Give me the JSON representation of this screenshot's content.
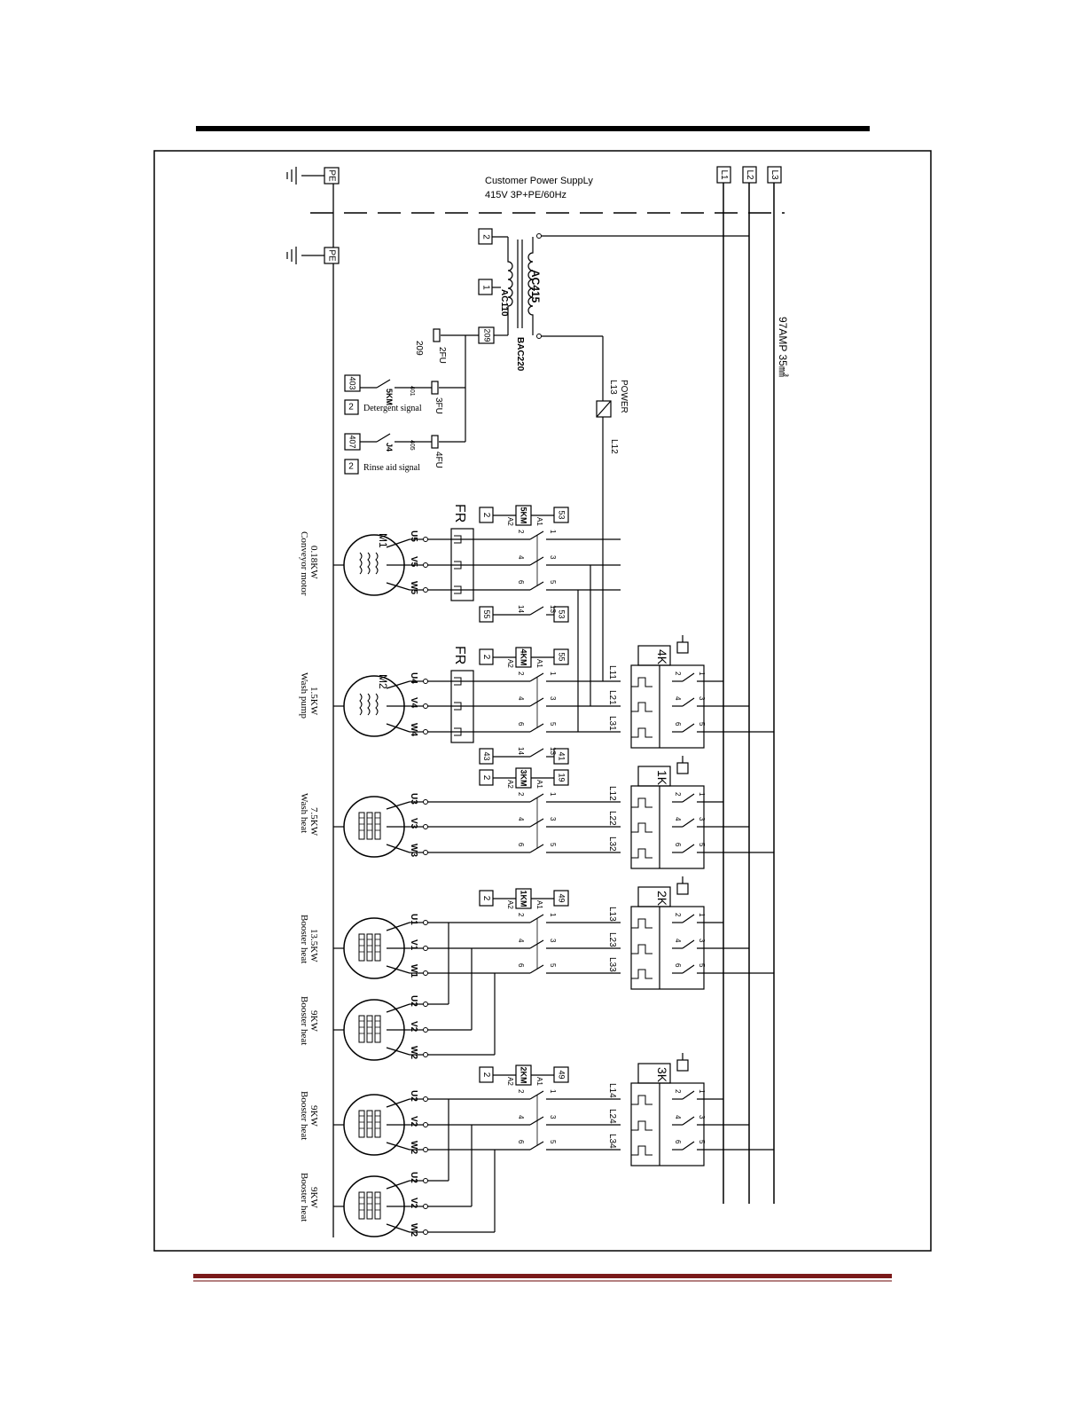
{
  "header": {
    "rule_color": "#000000"
  },
  "footer": {
    "rule_color": "#7b1a1a"
  },
  "supply": {
    "title": "Customer Power SuppLy",
    "spec": "415V 3P+PE/60Hz",
    "phases": [
      "L1",
      "L2",
      "L3"
    ],
    "earth_label": "PE",
    "cable_rating": "97AMP 35㎟"
  },
  "transformer": {
    "primary": "AC415",
    "secondary": "AC110",
    "model": "BAC220",
    "terminals": [
      "2",
      "1",
      "209"
    ]
  },
  "power": {
    "label": "POWER",
    "terminal_in": "L13",
    "terminal_out": "L12"
  },
  "fuses": [
    {
      "name": "2FU",
      "wire": "209"
    },
    {
      "name": "3FU",
      "wire": "403"
    },
    {
      "name": "4FU",
      "wire": "407"
    }
  ],
  "signals": [
    {
      "terminal": "403",
      "contact": "5KM",
      "wire": "401",
      "ref": "2",
      "label": "Detergent signal"
    },
    {
      "terminal": "407",
      "contact": "J4",
      "wire": "405",
      "ref": "2",
      "label": "Rinse aid signal"
    }
  ],
  "overload": "FR",
  "contactors": [
    {
      "name": "5KM",
      "a1": "53",
      "a2": "2",
      "aux": [
        "55",
        "53"
      ]
    },
    {
      "name": "4KM",
      "a1": "55",
      "a2": "2",
      "aux": [
        "43",
        "41"
      ]
    },
    {
      "name": "3KM",
      "a1": "19",
      "a2": "2"
    },
    {
      "name": "1KM",
      "a1": "49",
      "a2": "2"
    },
    {
      "name": "2KM",
      "a1": "49",
      "a2": "2"
    }
  ],
  "contact_numbers": {
    "top": [
      "1",
      "3",
      "5"
    ],
    "bottom": [
      "2",
      "4",
      "6"
    ],
    "coil": [
      "A1",
      "A2"
    ],
    "aux": [
      "14",
      "13"
    ]
  },
  "breakers": [
    {
      "name": "4K",
      "lines": [
        "L11",
        "L21",
        "L31"
      ]
    },
    {
      "name": "1K",
      "lines": [
        "L12",
        "L22",
        "L32"
      ]
    },
    {
      "name": "2K",
      "lines": [
        "L13",
        "L23",
        "L33"
      ]
    },
    {
      "name": "3K",
      "lines": [
        "L14",
        "L24",
        "L34"
      ]
    }
  ],
  "loads": [
    {
      "symbol": "M1",
      "kind": "motor",
      "terminals": [
        "U5",
        "V5",
        "W5"
      ],
      "name": "Conveyor motor",
      "rating": "0.18KW"
    },
    {
      "symbol": "M2",
      "kind": "motor",
      "terminals": [
        "U4",
        "V4",
        "W4"
      ],
      "name": "Wash pump",
      "rating": "1.5KW"
    },
    {
      "symbol": "",
      "kind": "heater",
      "terminals": [
        "U3",
        "V3",
        "W3"
      ],
      "name": "Wash heat",
      "rating": "7.5KW"
    },
    {
      "symbol": "",
      "kind": "heater",
      "terminals": [
        "U1",
        "V1",
        "W1"
      ],
      "name": "Booster heat",
      "rating": "13.5KW"
    },
    {
      "symbol": "",
      "kind": "heater",
      "terminals": [
        "U2",
        "V2",
        "W2"
      ],
      "name": "Booster heat",
      "rating": "9KW"
    },
    {
      "symbol": "",
      "kind": "heater",
      "terminals": [
        "U2",
        "V2",
        "W2"
      ],
      "name": "Booster heat",
      "rating": "9KW"
    },
    {
      "symbol": "",
      "kind": "heater",
      "terminals": [
        "U2",
        "V2",
        "W2"
      ],
      "name": "Booster heat",
      "rating": "9KW"
    }
  ]
}
